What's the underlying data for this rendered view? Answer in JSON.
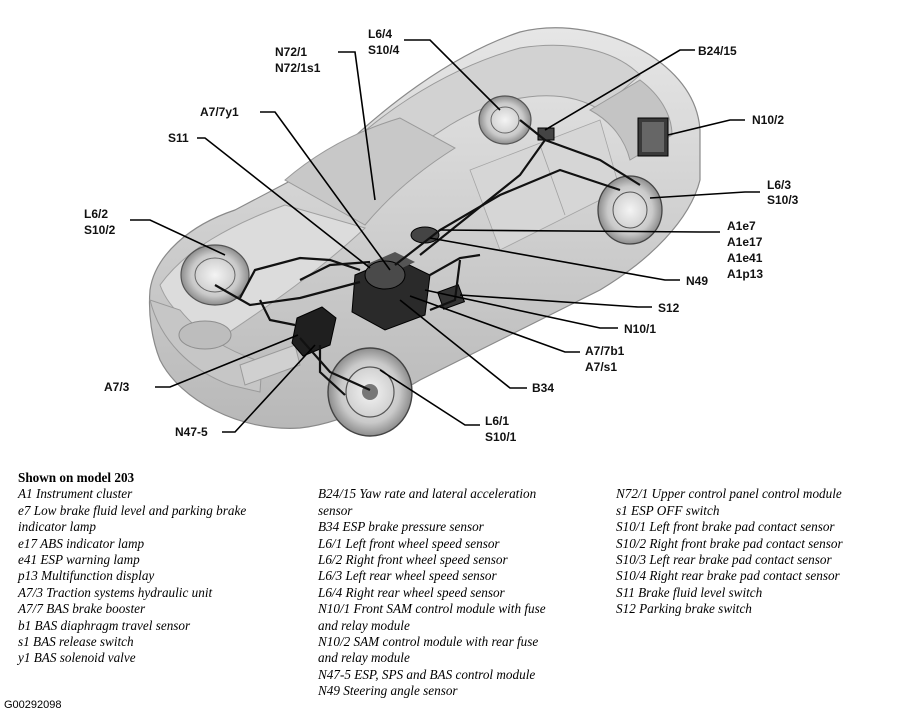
{
  "callouts": {
    "n72_1": "N72/1",
    "n72_1s1": "N72/1s1",
    "l6_4": "L6/4",
    "s10_4": "S10/4",
    "b24_15": "B24/15",
    "a7_7y1": "A7/7y1",
    "n10_2": "N10/2",
    "s11": "S11",
    "l6_3": "L6/3",
    "s10_3": "S10/3",
    "l6_2": "L6/2",
    "s10_2": "S10/2",
    "a1e7": "A1e7",
    "a1e17": "A1e17",
    "a1e41": "A1e41",
    "a1p13": "A1p13",
    "n49": "N49",
    "s12": "S12",
    "n10_1": "N10/1",
    "a7_7b1": "A7/7b1",
    "a7_s1": "A7/s1",
    "a7_3": "A7/3",
    "b34": "B34",
    "n47_5": "N47-5",
    "l6_1": "L6/1",
    "s10_1": "S10/1"
  },
  "legend": {
    "title": "Shown on model 203",
    "col1": [
      "A1 Instrument cluster",
      "e7 Low brake fluid level and parking brake",
      "indicator lamp",
      "e17 ABS indicator lamp",
      "e41 ESP warning lamp",
      "p13 Multifunction display",
      "A7/3 Traction systems hydraulic unit",
      "A7/7 BAS brake booster",
      "b1 BAS diaphragm travel sensor",
      "s1 BAS release switch",
      "y1 BAS solenoid valve"
    ],
    "col2": [
      "B24/15 Yaw rate and lateral acceleration",
      "sensor",
      "B34 ESP brake pressure sensor",
      "L6/1 Left front wheel speed sensor",
      "L6/2 Right front wheel speed sensor",
      "L6/3 Left rear wheel speed sensor",
      "L6/4 Right rear wheel speed sensor",
      "N10/1 Front SAM control module with fuse",
      "and relay module",
      "N10/2 SAM control module with rear fuse",
      "and relay module",
      "N47-5 ESP, SPS and BAS control module",
      "N49 Steering angle sensor"
    ],
    "col3": [
      "N72/1 Upper control panel control module",
      "s1 ESP OFF switch",
      "S10/1 Left front brake pad contact sensor",
      "S10/2 Right front brake pad contact sensor",
      "S10/3 Left rear brake pad contact sensor",
      "S10/4 Right rear brake pad contact sensor",
      "S11 Brake fluid level switch",
      "S12 Parking brake switch"
    ]
  },
  "figure_id": "G00292098"
}
